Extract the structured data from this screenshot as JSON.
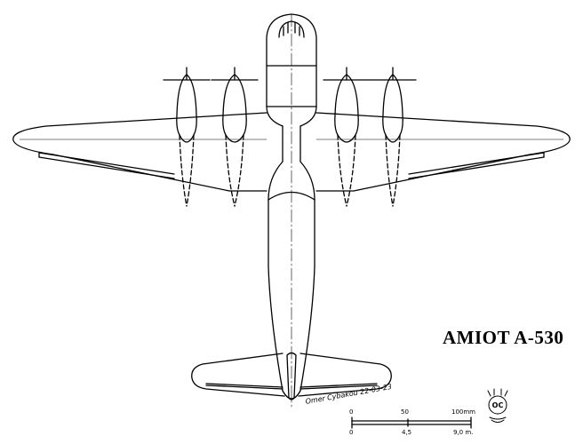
{
  "drawing": {
    "title": "AMIOT A-530",
    "signature": "Omer Cybakou 22-03-23",
    "logo_text": "OC",
    "scale": {
      "top_labels": [
        "0",
        "50",
        "100mm"
      ],
      "bottom_labels": [
        "0",
        "4,5",
        "9,0 m."
      ]
    }
  }
}
